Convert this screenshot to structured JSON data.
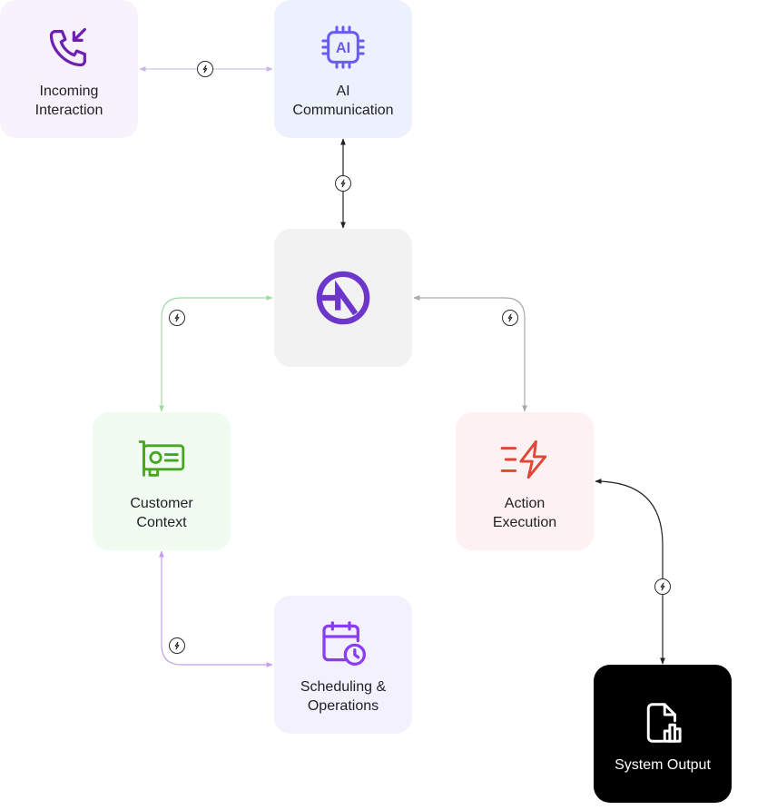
{
  "colors": {
    "incoming_bg": "#f7f1fb",
    "ai_bg": "#edf1fe",
    "core_bg": "#f2f2f3",
    "customer_bg": "#f0fbf2",
    "action_bg": "#fdf1f1",
    "scheduling_bg": "#f4f1fe",
    "output_bg": "#000000",
    "purple": "#6d1fb0",
    "ai_accent": "#6a5cf0",
    "green": "#48a51f",
    "red": "#e14536",
    "violet": "#8a3cf2",
    "brand": "#6b36c9"
  },
  "nodes": {
    "incoming": {
      "label": "Incoming\nInteraction",
      "icon": "phone-incoming-icon"
    },
    "ai": {
      "label": "AI\nCommunication",
      "icon": "ai-chip-icon",
      "chip_text": "AI"
    },
    "core": {
      "icon": "brand-logo-icon"
    },
    "customer": {
      "label": "Customer\nContext",
      "icon": "id-card-icon"
    },
    "action": {
      "label": "Action\nExecution",
      "icon": "fast-bolt-icon"
    },
    "scheduling": {
      "label": "Scheduling &\nOperations",
      "icon": "calendar-clock-icon"
    },
    "output": {
      "label": "System Output",
      "icon": "file-chart-icon"
    }
  }
}
